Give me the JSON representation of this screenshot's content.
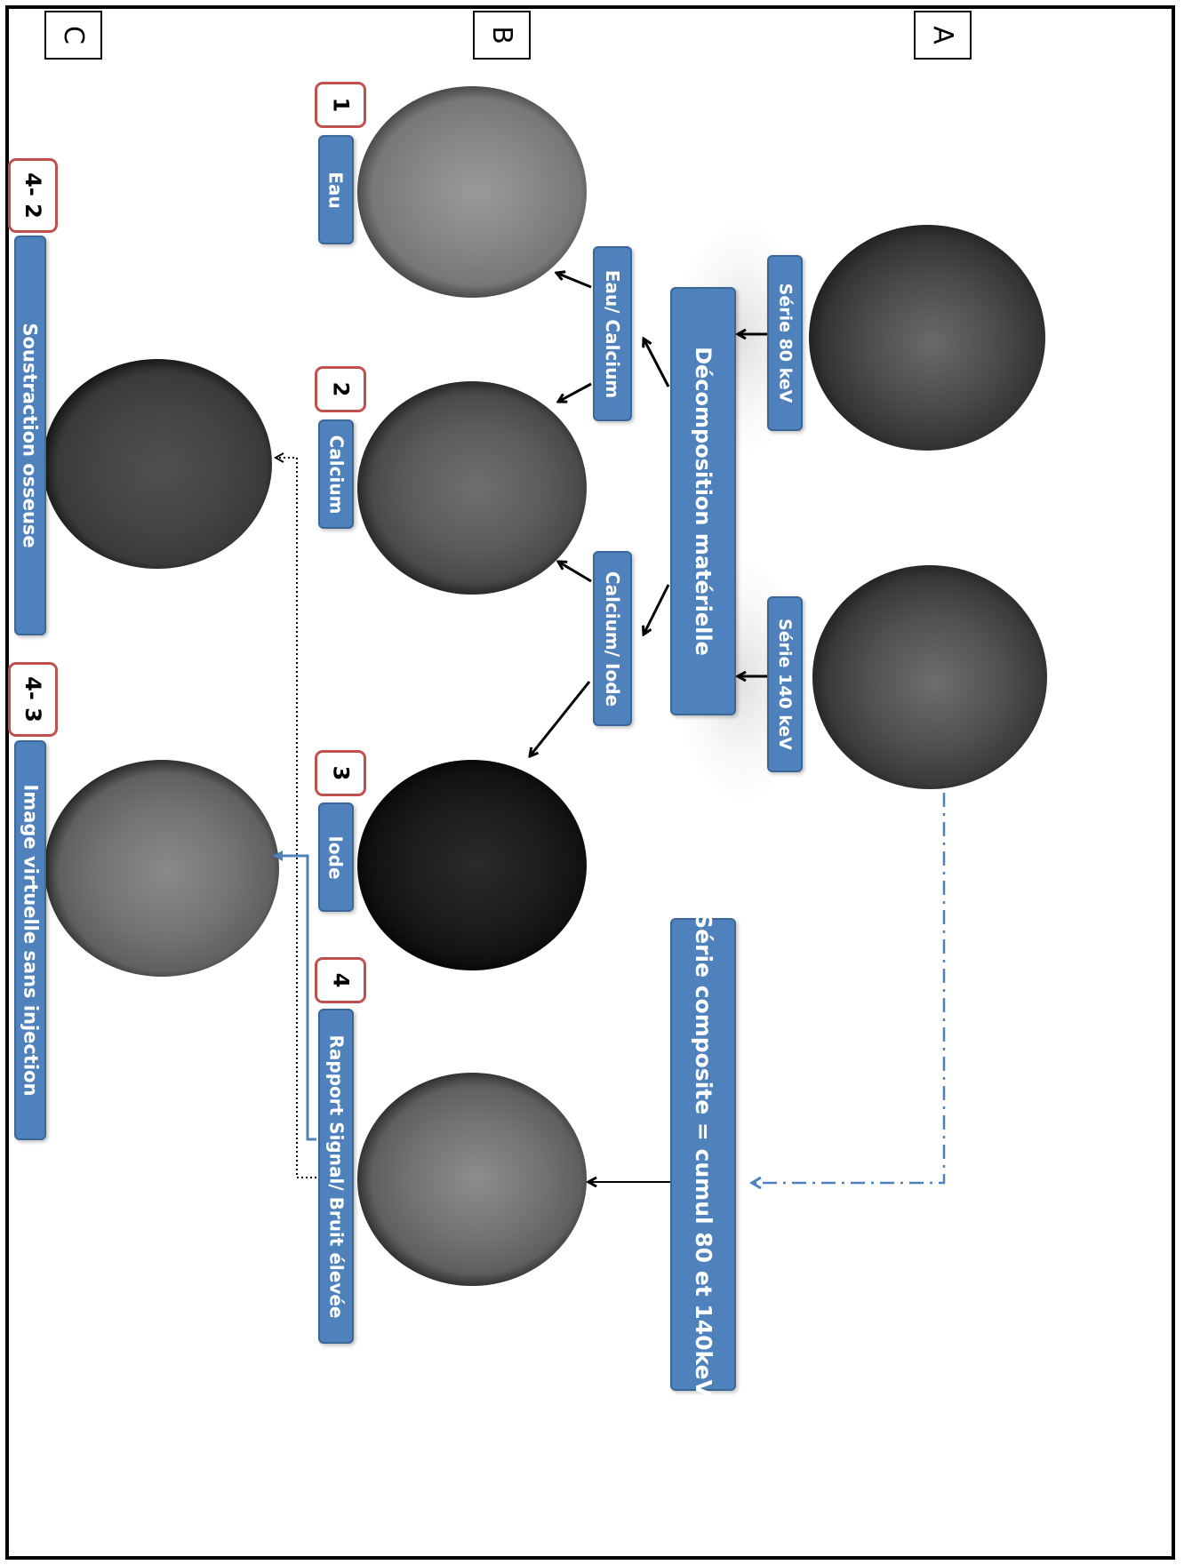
{
  "sections": {
    "a": "A",
    "b": "B",
    "c": "C"
  },
  "inputs": {
    "serie_80": "Série 80 keV",
    "serie_140": "Série 140 keV"
  },
  "decomposition": "Décomposition matérielle",
  "composite": "Série composite = cumul 80 et 140keV",
  "pairs": {
    "eau_calcium": "Eau/ Calcium",
    "calcium_iode": "Calcium/ Iode"
  },
  "outputs": [
    {
      "number": "1",
      "label": "Eau"
    },
    {
      "number": "2",
      "label": "Calcium"
    },
    {
      "number": "3",
      "label": "Iode"
    },
    {
      "number": "4",
      "label": "Rapport Signal/ Bruit élevée"
    }
  ],
  "derived": [
    {
      "number": "4- 2",
      "label": "Soustraction osseuse"
    },
    {
      "number": "4- 3",
      "label": "Image virtuelle sans injection"
    }
  ],
  "colors": {
    "box_fill": "#4f81bd",
    "box_border": "#3a6797",
    "number_border": "#c0504d",
    "composite_arrow": "#4f81bd"
  }
}
